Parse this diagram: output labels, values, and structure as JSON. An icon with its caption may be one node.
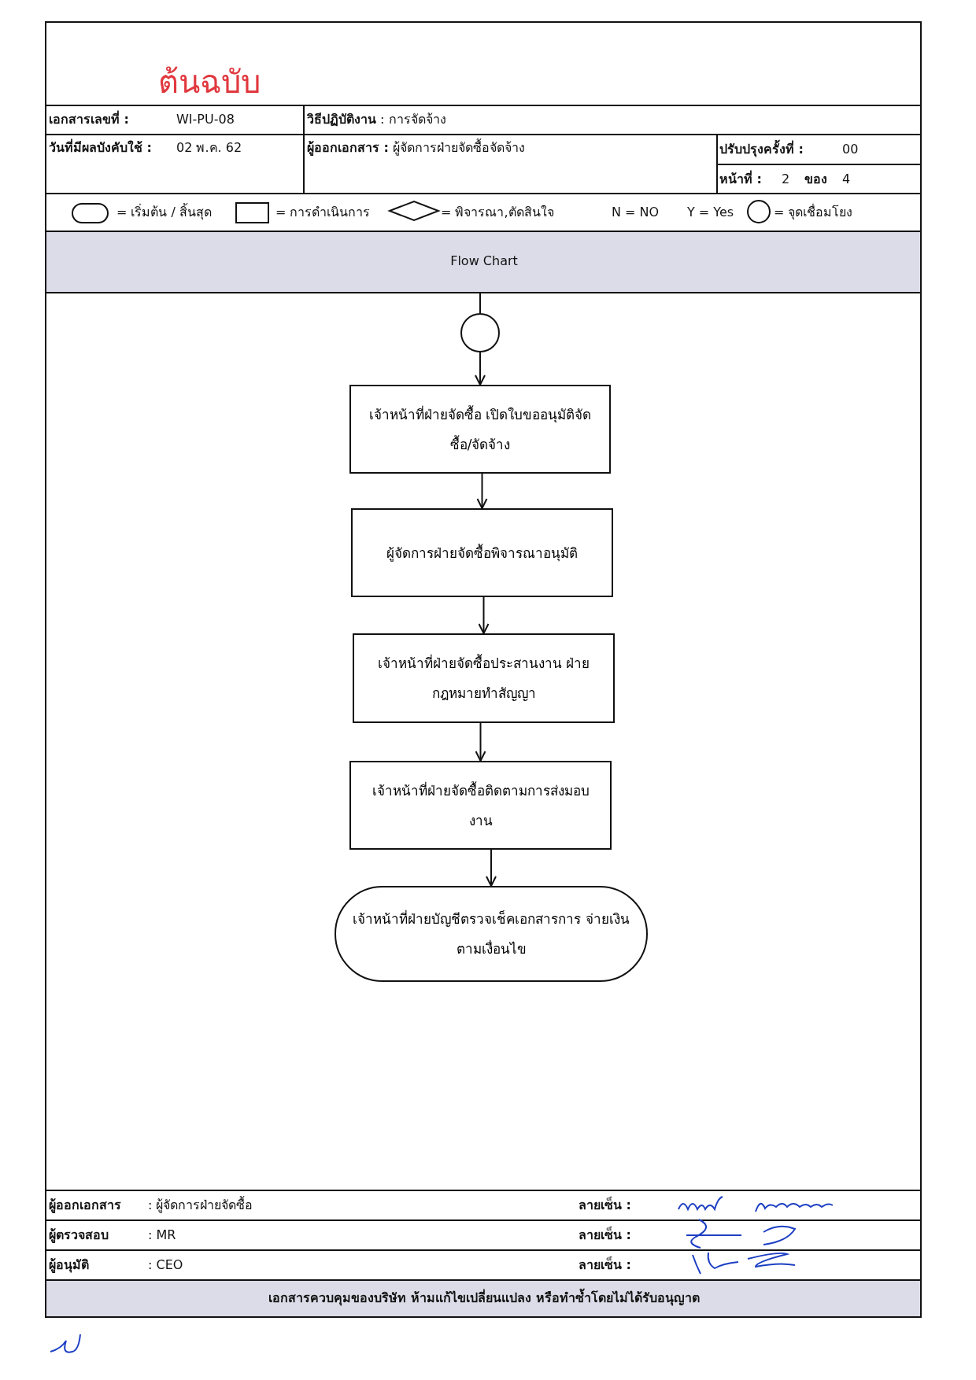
{
  "diagram": {
    "nodes": [
      {
        "text": [],
        "shape": "circle"
      },
      {
        "text": [
          "เจ้าหน้าที่ฝ่ายจัดซื้อ เปิดใบขออนุมัติจัดซื้อ/จัดจ้าง"
        ]
      },
      {
        "text": [
          "ผู้จัดการฝ่ายจัดซื้อพิจารณาอนุมัติ"
        ]
      },
      {
        "text": [
          "เจ้าหน้าที่ฝ่ายจัดซื้อประสานงาน ฝ่ายกฎหมายทำสัญญา"
        ]
      },
      {
        "text": [
          "เจ้าหน้าที่ฝ่ายจัดซื้อติดตามการส่งมอบ งาน"
        ]
      },
      {
        "text": [
          "เจ้าหน้าที่ฝ่ายบัญชีตรวจเช็คเอกสารการ จ่ายเงินตามเงื่อนไข"
        ]
      }
    ],
    "edges": [
      {
        "from": null,
        "to": 0,
        "arrow": "none"
      },
      {
        "from": 0,
        "to": 1,
        "arrow": "to"
      },
      {
        "from": 1,
        "to": 2,
        "arrow": "to"
      },
      {
        "from": 2,
        "to": 3,
        "arrow": "to"
      },
      {
        "from": 3,
        "to": 4,
        "arrow": "to"
      },
      {
        "from": 4,
        "to": 5,
        "arrow": "to"
      }
    ],
    "labels": [
      "ต้นฉบับ",
      "เอกสารเลขที่ :",
      "WI-PU-08",
      "**วิธีปฏิบัติงาน** : การจัดจ้าง",
      "วันที่มีผลบังคับใช้ :",
      "02 พ.ค. 62",
      "**ผู้ออกเอกสาร :** ผู้จัดการฝ่ายจัดซื้อจัดจ้าง",
      "ปรับปรุงครั้งที่ :",
      "00",
      "หน้าที่ :",
      "2",
      "ของ",
      "4",
      "N = NO",
      "Y = Yes",
      "Flow Chart",
      "ผู้ออกเอกสาร",
      ": ผู้จัดการฝ่ายจัดซื้อ",
      "ลายเซ็น :",
      "ผู้ตรวจสอบ",
      ": MR",
      "ลายเซ็น :",
      "ผู้อนุมัติ",
      ": CEO",
      "ลายเซ็น :",
      "เอกสารควบคุมของบริษัท ห้ามแก้ไขเปลี่ยนแปลง หรือทำซ้ำโดยไม่ได้รับอนุญาต"
    ],
    "legend": [
      {
        "text": "= เริ่มต้น / สิ้นสุด"
      },
      {
        "text": "= การดำเนินการ"
      },
      {
        "text": "= พิจารณา,ตัดสินใจ"
      },
      {
        "text": "= จุดเชื่อมโยง"
      }
    ]
  }
}
